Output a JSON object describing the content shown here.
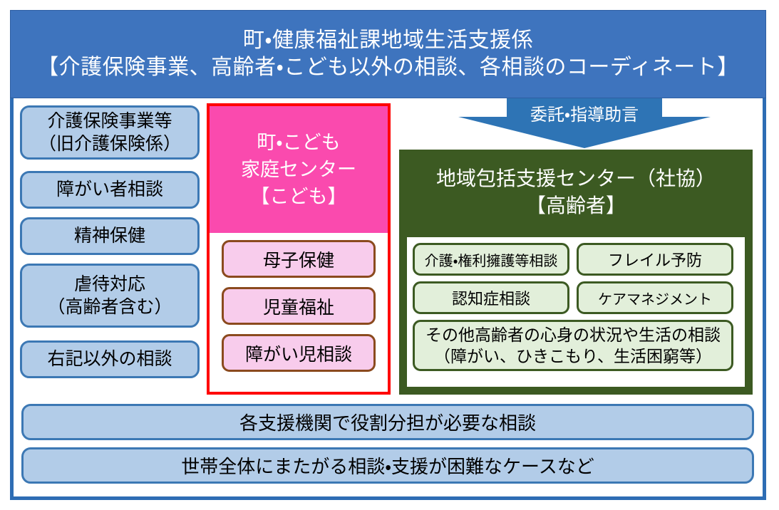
{
  "header": {
    "line1": "町・健康福祉課地域生活支援係",
    "line2": "【介護保険事業、高齢者・こども以外の相談、各相談のコーディネート】",
    "bg_color": "#3E74BE",
    "text_color": "#FFFFFF"
  },
  "left_column": {
    "boxes": [
      {
        "lines": [
          "介護保険事業等",
          "（旧介護保険係）"
        ]
      },
      {
        "lines": [
          "障がい者相談"
        ]
      },
      {
        "lines": [
          "精神保健"
        ]
      },
      {
        "lines": [
          "虐待対応",
          "（高齢者含む）"
        ]
      },
      {
        "lines": [
          "右記以外の相談"
        ]
      }
    ],
    "fill_color": "#B2CCE8",
    "border_color": "#3C78B4"
  },
  "center_column": {
    "title_lines": [
      "町・こども",
      "家庭センター",
      "【こども】"
    ],
    "title_fill": "#FA4AAE",
    "outline_color": "#FF0000",
    "sub_boxes": [
      {
        "label": "母子保健"
      },
      {
        "label": "児童福祉"
      },
      {
        "label": "障がい児相談"
      }
    ],
    "sub_fill": "#F8CCEC",
    "sub_border": "#8B4A1E"
  },
  "arrow": {
    "label": "委託・指導助言",
    "color": "#2E74B5",
    "direction": "down"
  },
  "right_column": {
    "title_lines": [
      "地域包括支援センター（社協）",
      "【高齢者】"
    ],
    "title_fill": "#3C5A22",
    "sub_boxes": [
      {
        "lines": [
          "介護・権利擁護等相談"
        ],
        "span": "half",
        "size": "small"
      },
      {
        "lines": [
          "フレイル予防"
        ],
        "span": "half",
        "size": "normal"
      },
      {
        "lines": [
          "認知症相談"
        ],
        "span": "half",
        "size": "normal"
      },
      {
        "lines": [
          "ケアマネジメント"
        ],
        "span": "half",
        "size": "small"
      },
      {
        "lines": [
          "その他高齢者の心身の状況や生活の相談",
          "（障がい、ひきこもり、生活困窮等）"
        ],
        "span": "full",
        "size": "normal"
      }
    ],
    "sub_fill": "#E2EFDA",
    "sub_border": "#3C5A22"
  },
  "bottom_bars": [
    {
      "label": "各支援機関で役割分担が必要な相談"
    },
    {
      "label": "世帯全体にまたがる相談・支援が困難なケースなど"
    }
  ],
  "frame": {
    "border_color": "#2E6DB4"
  }
}
